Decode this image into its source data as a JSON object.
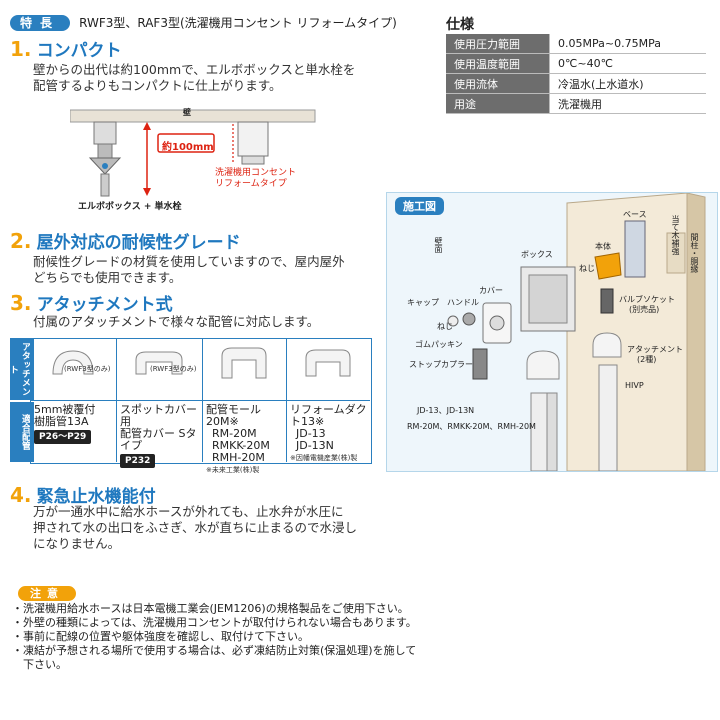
{
  "header": {
    "badge": "特長",
    "subtitle": "RWF3型、RAF3型(洗濯機用コンセント リフォームタイプ)"
  },
  "features": [
    {
      "num": "1.",
      "title": "コンパクト",
      "lines": [
        "壁からの出代は約100mmで、エルボボックスと単水栓を",
        "配管するよりもコンパクトに仕上がります。"
      ]
    },
    {
      "num": "2.",
      "title": "屋外対応の耐候性グレード",
      "lines": [
        "耐候性グレードの材質を使用していますので、屋内屋外",
        "どちらでも使用できます。"
      ]
    },
    {
      "num": "3.",
      "title": "アタッチメント式",
      "lines": [
        "付属のアタッチメントで様々な配管に対応します。"
      ]
    },
    {
      "num": "4.",
      "title": "緊急止水機能付",
      "lines": [
        "万が一通水中に給水ホースが外れても、止水弁が水圧に",
        "押されて水の出口をふさぎ、水が直ちに止まるので水浸し",
        "になりません。"
      ]
    }
  ],
  "diagram1": {
    "wall": "壁",
    "distance": "約100mm",
    "right_label_1": "洗濯機用コンセント",
    "right_label_2": "リフォームタイプ",
    "left_label": "エルボボックス + 単水栓"
  },
  "spec": {
    "title": "仕様",
    "rows": [
      {
        "k": "使用圧力範囲",
        "v": "0.05MPa~0.75MPa"
      },
      {
        "k": "使用温度範囲",
        "v": "0℃~40℃"
      },
      {
        "k": "使用流体",
        "v": "冷温水(上水道水)"
      },
      {
        "k": "用途",
        "v": "洗濯機用"
      }
    ]
  },
  "attach": {
    "side_top": "アタッチメント",
    "side_bottom": "適合配管",
    "cells": [
      {
        "tag": "(RWF3型のみ)",
        "name1": "5mm被覆付",
        "name2": "樹脂管13A",
        "page": "P26〜P29",
        "note": ""
      },
      {
        "tag": "(RWF3型のみ)",
        "name1": "スポットカバー用",
        "name2": "配管カバー Sタイプ",
        "page": "P232",
        "note": ""
      },
      {
        "tag": "",
        "name1": "配管モール20M※",
        "name2": "RM-20M",
        "name3": "RMKK-20M",
        "name4": "RMH-20M",
        "page": "",
        "note": "※未来工業(株)製"
      },
      {
        "tag": "",
        "name1": "リフォームダクト13※",
        "name2": "JD-13",
        "name3": "JD-13N",
        "name4": "",
        "page": "",
        "note": "※因幡電機産業(株)製"
      }
    ]
  },
  "construction": {
    "title": "施工図",
    "labels": {
      "wall": "壁面",
      "base": "ベース",
      "box": "ボックス",
      "body": "本体",
      "screw1": "ねじ",
      "cover": "カバー",
      "cap": "キャップ",
      "handle": "ハンドル",
      "screw2": "ねじ",
      "packing": "ゴムパッキン",
      "stopcoupler": "ストップカプラー",
      "valve_socket": "バルブソケット",
      "valve_socket_sub": "(別売品)",
      "attachment": "アタッチメント",
      "attachment_sub": "(2種)",
      "hivp": "HIVP",
      "jd": "JD-13、JD-13N",
      "rm": "RM-20M、RMKK-20M、RMH-20M",
      "stud": "当て木補強",
      "studs2": "間柱・胴縁"
    }
  },
  "notes": {
    "badge": "注意",
    "items": [
      "・洗濯機用給水ホースは日本電機工業会(JEM1206)の規格製品をご使用下さい。",
      "・外壁の種類によっては、洗濯機用コンセントが取付けられない場合もあります。",
      "・事前に配線の位置や躯体強度を確認し、取付けて下さい。",
      "・凍結が予想される場所で使用する場合は、必ず凍結防止対策(保温処理)を施して",
      "　下さい。"
    ]
  }
}
